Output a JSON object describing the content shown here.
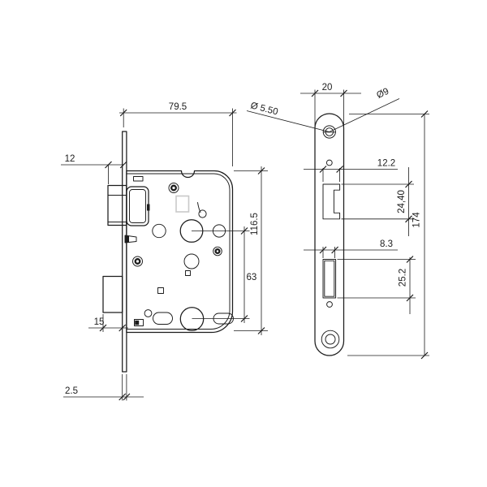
{
  "drawing": {
    "type": "technical-drawing",
    "subject": "mortise-lock",
    "colors": {
      "line": "#1c1c1c",
      "ghost_square": "#c9c9c9",
      "background": "#ffffff"
    },
    "views": {
      "lock_body": {
        "label": "lock-body-side-view",
        "dims": {
          "case_width": "79.5",
          "latch_projection": "12",
          "case_height": "116.5",
          "axis_distance": "63",
          "deadbolt_projection": "15",
          "faceplate_thickness": "2.5"
        }
      },
      "faceplate": {
        "label": "faceplate-front-view",
        "dims": {
          "width": "20",
          "screw_hole_diameter": "Ø 5.50",
          "screw_head_diameter": "Ø9",
          "latch_cutout_width": "12.2",
          "latch_cutout_height": "24,40",
          "total_height": "174",
          "bolt_cutout_width": "8.3",
          "bolt_cutout_height": "25.2"
        }
      }
    }
  }
}
